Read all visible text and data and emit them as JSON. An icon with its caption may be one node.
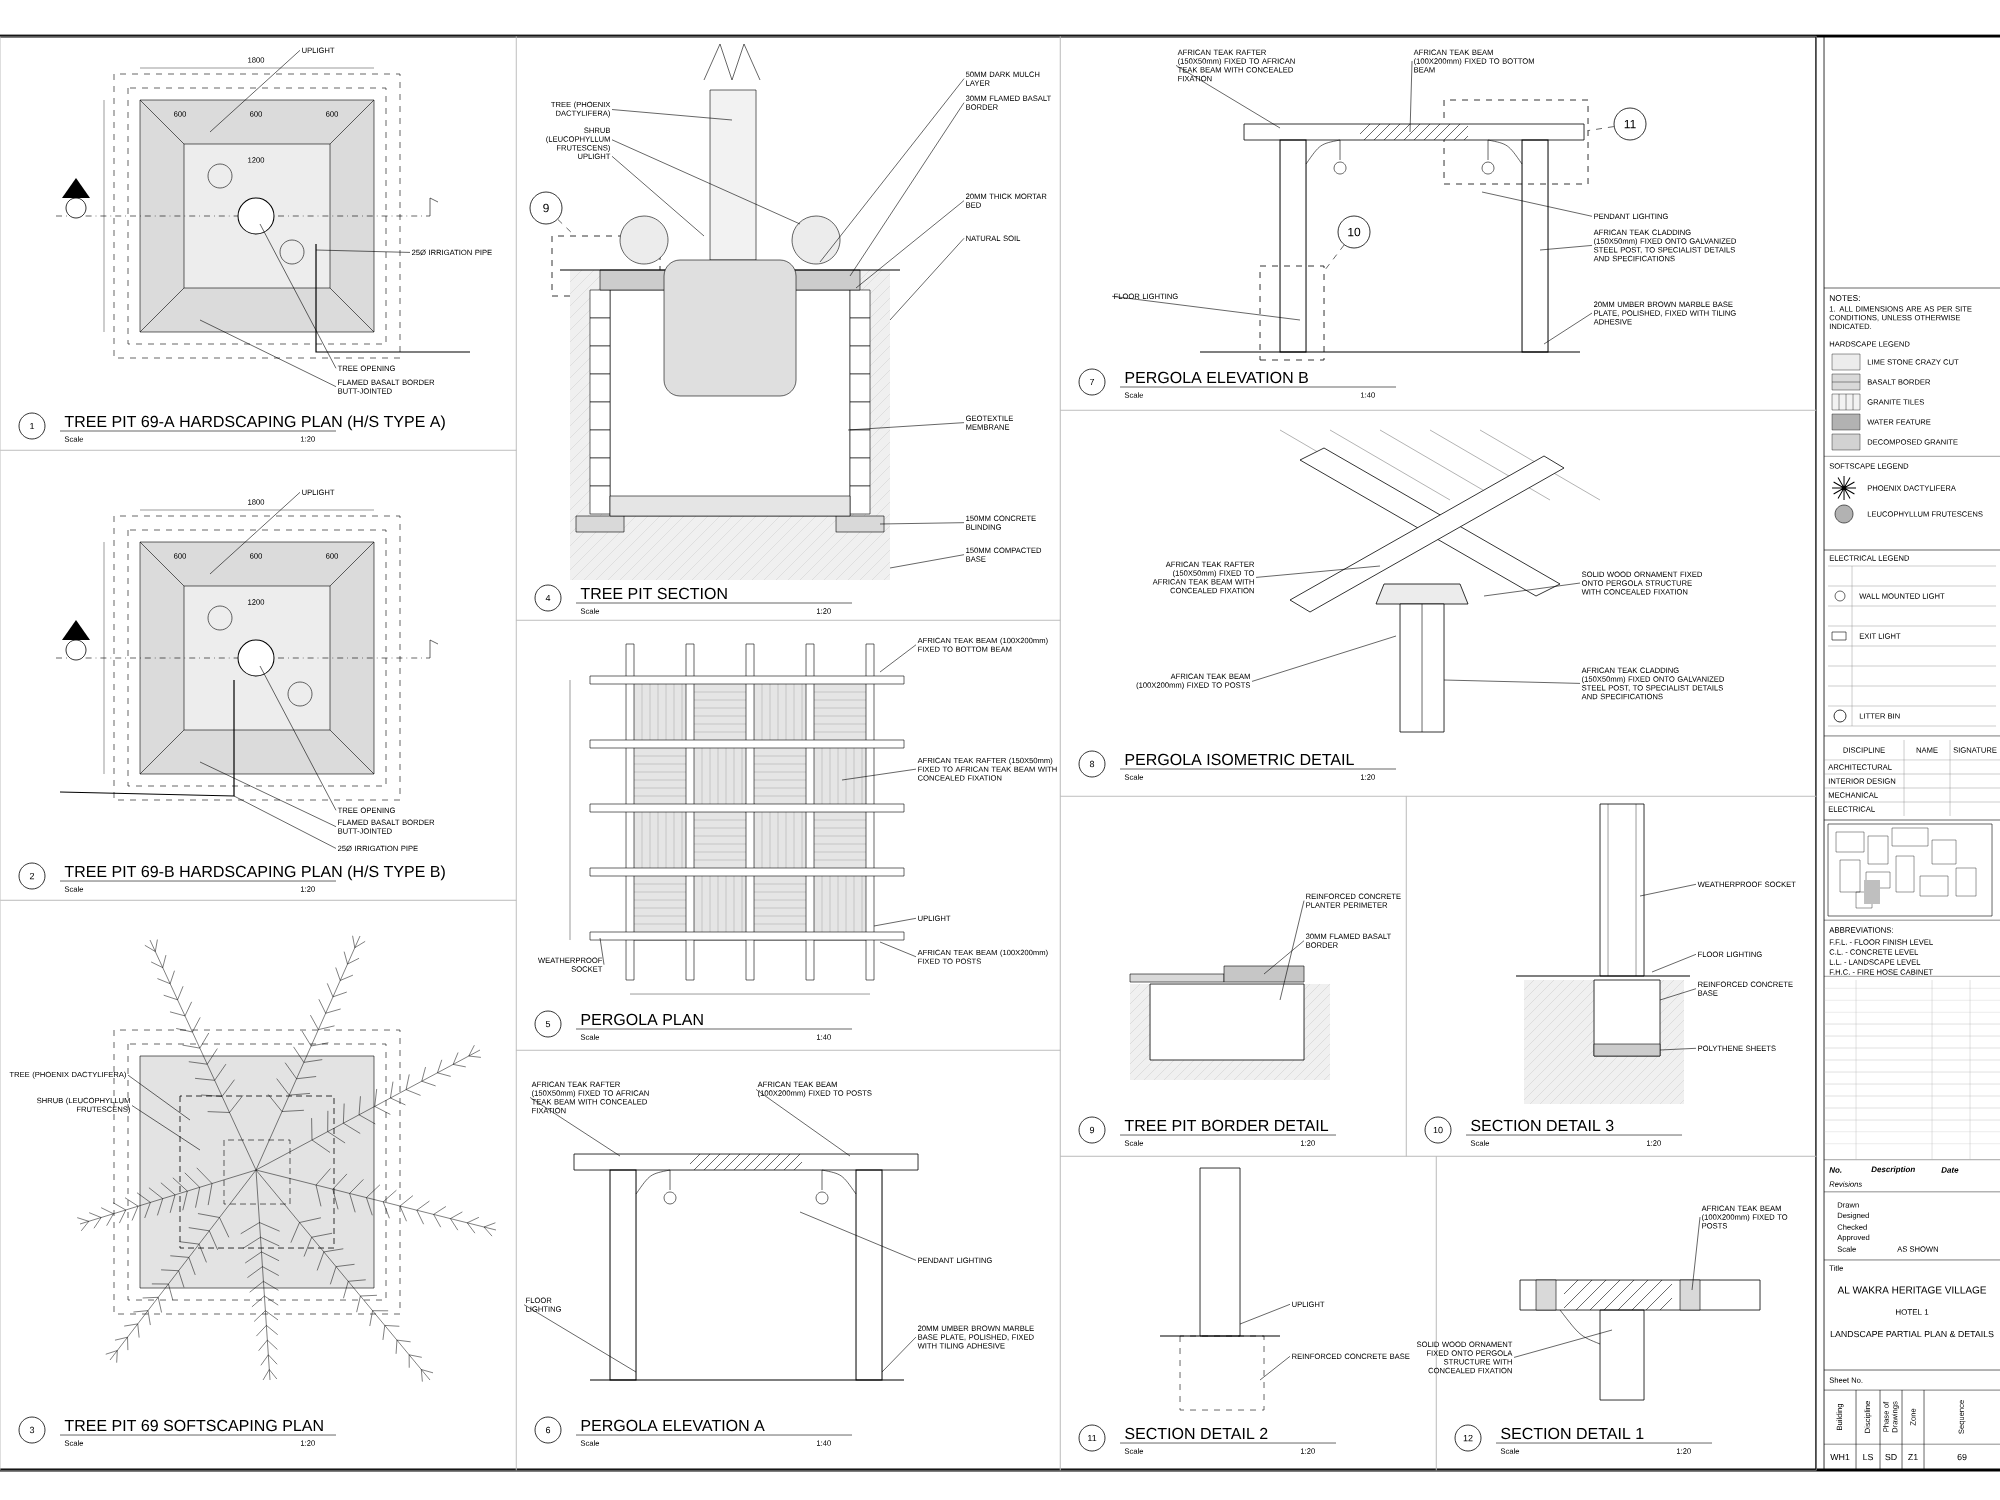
{
  "diagram": {
    "nodes": [
      {
        "text": [
          "TREE PIT 69-A HARDSCAPING PLAN (H/S TYPE A)",
          "Scale",
          "1:20"
        ]
      },
      {
        "text": [
          "1"
        ],
        "in": 0
      },
      {
        "text": [
          "TREE PIT 69-B HARDSCAPING PLAN (H/S TYPE B)",
          "Scale",
          "1:20"
        ]
      },
      {
        "text": [
          "2"
        ],
        "in": 2
      },
      {
        "text": [
          "TREE PIT 69 SOFTSCAPING PLAN",
          "Scale",
          "1:20"
        ]
      },
      {
        "text": [
          "3"
        ],
        "in": 4
      },
      {
        "text": [
          "TREE PIT SECTION",
          "Scale",
          "1:20"
        ]
      },
      {
        "text": [
          "4"
        ],
        "in": 6
      },
      {
        "text": [
          "PERGOLA PLAN",
          "Scale",
          "1:40"
        ]
      },
      {
        "text": [
          "5"
        ],
        "in": 8
      },
      {
        "text": [
          "PERGOLA ELEVATION A",
          "Scale",
          "1:40"
        ]
      },
      {
        "text": [
          "6"
        ],
        "in": 10
      },
      {
        "text": [
          "PERGOLA ELEVATION B",
          "Scale",
          "1:40"
        ]
      },
      {
        "text": [
          "7"
        ],
        "in": 12
      },
      {
        "text": [
          "PERGOLA ISOMETRIC DETAIL",
          "Scale",
          "1:20"
        ]
      },
      {
        "text": [
          "8"
        ],
        "in": 14
      },
      {
        "text": [
          "TREE PIT BORDER DETAIL",
          "Scale",
          "1:20"
        ]
      },
      {
        "text": [
          "9"
        ],
        "in": 16
      },
      {
        "text": [
          "SECTION DETAIL 3",
          "Scale",
          "1:20"
        ]
      },
      {
        "text": [
          "10"
        ],
        "in": 18
      },
      {
        "text": [
          "SECTION DETAIL 2",
          "Scale",
          "1:20"
        ]
      },
      {
        "text": [
          "11"
        ],
        "in": 20
      },
      {
        "text": [
          "SECTION DETAIL 1",
          "Scale",
          "1:20"
        ]
      },
      {
        "text": [
          "12"
        ],
        "in": 22
      },
      {
        "text": [
          "9"
        ],
        "in": 6
      },
      {
        "text": [],
        "shape": "box",
        "in": 6
      },
      {
        "text": [
          "10"
        ],
        "in": 87
      },
      {
        "text": [],
        "shape": "box",
        "in": 12
      },
      {
        "text": [
          "11"
        ],
        "in": 12
      },
      {
        "text": [],
        "shape": "box",
        "in": 12
      },
      {
        "text": [
          "UPLIGHT"
        ],
        "in": 0
      },
      {
        "text": [
          "25Ø IRRIGATION PIPE"
        ],
        "in": 0
      },
      {
        "text": [
          "TREE OPENING"
        ],
        "in": 0
      },
      {
        "text": [
          "FLAMED BASALT BORDER BUTT-JOINTED"
        ],
        "in": 0
      },
      {
        "text": [
          "UPLIGHT"
        ],
        "in": 2
      },
      {
        "text": [
          "TREE OPENING"
        ],
        "in": 2
      },
      {
        "text": [
          "FLAMED BASALT BORDER BUTT-JOINTED"
        ],
        "in": 2
      },
      {
        "text": [
          "25Ø IRRIGATION PIPE"
        ],
        "in": 2
      },
      {
        "text": [
          "TREE (PHOENIX DACTYLIFERA)"
        ],
        "in": 4
      },
      {
        "text": [
          "SHRUB (LEUCOPHYLLUM FRUTESCENS)"
        ],
        "in": 4
      },
      {
        "text": [
          "TREE (PHOENIX DACTYLIFERA)"
        ],
        "in": 6
      },
      {
        "text": [
          "SHRUB (LEUCOPHYLLUM FRUTESCENS)"
        ],
        "in": 6
      },
      {
        "text": [
          "UPLIGHT"
        ],
        "in": 6
      },
      {
        "text": [
          "50MM DARK MULCH LAYER"
        ],
        "in": 6
      },
      {
        "text": [
          "30MM FLAMED BASALT BORDER"
        ],
        "in": 6
      },
      {
        "text": [
          "20MM THICK MORTAR BED"
        ],
        "in": 6
      },
      {
        "text": [
          "NATURAL SOIL"
        ],
        "in": 6
      },
      {
        "text": [
          "GEOTEXTILE MEMBRANE"
        ],
        "in": 6
      },
      {
        "text": [
          "150MM CONCRETE BLINDING"
        ],
        "in": 6
      },
      {
        "text": [
          "150MM COMPACTED BASE"
        ],
        "in": 6
      },
      {
        "text": [
          "AFRICAN TEAK BEAM (100X200mm) FIXED TO BOTTOM BEAM"
        ],
        "in": 8
      },
      {
        "text": [
          "AFRICAN TEAK RAFTER (150X50mm) FIXED TO AFRICAN TEAK BEAM WITH CONCEALED FIXATION"
        ],
        "in": 8
      },
      {
        "text": [
          "UPLIGHT"
        ],
        "in": 8
      },
      {
        "text": [
          "AFRICAN TEAK BEAM (100X200mm) FIXED TO POSTS"
        ],
        "in": 8
      },
      {
        "text": [
          "WEATHERPROOF SOCKET"
        ],
        "in": 8
      },
      {
        "text": [
          "AFRICAN TEAK RAFTER (150X50mm) FIXED TO AFRICAN TEAK BEAM WITH CONCEALED FIXATION"
        ],
        "in": 10
      },
      {
        "text": [
          "AFRICAN TEAK BEAM (100X200mm) FIXED TO POSTS"
        ],
        "in": 10
      },
      {
        "text": [
          "PENDANT LIGHTING"
        ],
        "in": 10
      },
      {
        "text": [
          "FLOOR LIGHTING"
        ],
        "in": 10
      },
      {
        "text": [
          "20MM UMBER BROWN MARBLE BASE PLATE, POLISHED, FIXED WITH TILING ADHESIVE"
        ],
        "in": 10
      },
      {
        "text": [
          "AFRICAN TEAK RAFTER (150X50mm) FIXED TO AFRICAN TEAK BEAM WITH CONCEALED FIXATION"
        ],
        "in": 12
      },
      {
        "text": [
          "AFRICAN TEAK BEAM (100X200mm) FIXED TO BOTTOM BEAM"
        ],
        "in": 12
      },
      {
        "text": [
          "PENDANT LIGHTING"
        ],
        "in": 12
      },
      {
        "text": [
          "AFRICAN TEAK CLADDING (150X50mm) FIXED ONTO GALVANIZED STEEL POST, TO SPECIALIST DETAILS AND SPECIFICATIONS"
        ],
        "in": 12
      },
      {
        "text": [
          "FLOOR LIGHTING"
        ],
        "in": 12
      },
      {
        "text": [
          "20MM UMBER BROWN MARBLE BASE PLATE, POLISHED, FIXED WITH TILING ADHESIVE"
        ],
        "in": 12
      },
      {
        "text": [
          "AFRICAN TEAK RAFTER (150X50mm) FIXED TO AFRICAN TEAK BEAM WITH CONCEALED FIXATION"
        ],
        "in": 14
      },
      {
        "text": [
          "SOLID WOOD ORNAMENT FIXED ONTO PERGOLA STRUCTURE WITH CONCEALED FIXATION"
        ],
        "in": 14
      },
      {
        "text": [
          "AFRICAN TEAK BEAM (100X200mm) FIXED TO POSTS"
        ],
        "in": 14
      },
      {
        "text": [
          "AFRICAN TEAK CLADDING (150X50mm) FIXED ONTO GALVANIZED STEEL POST, TO SPECIALIST DETAILS AND SPECIFICATIONS"
        ],
        "in": 14
      },
      {
        "text": [
          "REINFORCED CONCRETE PLANTER PERIMETER"
        ],
        "in": 16
      },
      {
        "text": [
          "30MM FLAMED BASALT BORDER"
        ],
        "in": 16
      },
      {
        "text": [
          "WEATHERPROOF SOCKET"
        ],
        "in": 18
      },
      {
        "text": [
          "FLOOR LIGHTING"
        ],
        "in": 18
      },
      {
        "text": [
          "POLYTHENE SHEETS"
        ],
        "in": 18
      },
      {
        "text": [
          "REINFORCED CONCRETE BASE"
        ],
        "in": 18
      },
      {
        "text": [
          "UPLIGHT"
        ],
        "in": 20
      },
      {
        "text": [
          "REINFORCED CONCRETE BASE"
        ],
        "in": 20
      },
      {
        "text": [
          "SOLID WOOD ORNAMENT FIXED ONTO PERGOLA STRUCTURE WITH CONCEALED FIXATION"
        ],
        "in": 22
      },
      {
        "text": [
          "AFRICAN TEAK BEAM (100X200mm) FIXED TO POSTS"
        ],
        "in": 22
      },
      {
        "text": [],
        "shape": "picture",
        "in": 0
      },
      {
        "text": [],
        "shape": "picture",
        "in": 2
      },
      {
        "text": [],
        "shape": "picture",
        "in": 4
      },
      {
        "text": [],
        "shape": "picture",
        "in": 6
      },
      {
        "text": [],
        "shape": "picture",
        "in": 6
      },
      {
        "text": [],
        "shape": "picture",
        "in": 8
      },
      {
        "text": [],
        "shape": "picture",
        "in": 10
      },
      {
        "text": [],
        "shape": "picture",
        "in": 12
      },
      {
        "text": [],
        "shape": "picture",
        "in": 14
      },
      {
        "text": [],
        "shape": "picture",
        "in": 16
      },
      {
        "text": [],
        "shape": "picture",
        "in": 18
      },
      {
        "text": [],
        "shape": "picture",
        "in": 20
      },
      {
        "text": [],
        "shape": "picture",
        "in": 22
      }
    ],
    "edges": [
      {
        "from": 24,
        "to": 25,
        "arrow": "none",
        "style": "dashed"
      },
      {
        "from": 26,
        "to": 27,
        "arrow": "none",
        "style": "dashed"
      },
      {
        "from": 28,
        "to": 29,
        "arrow": "none",
        "style": "dashed"
      },
      {
        "from": 30,
        "to": 80,
        "arrow": "none"
      },
      {
        "from": 31,
        "to": 80,
        "arrow": "none"
      },
      {
        "from": 32,
        "to": 80,
        "arrow": "none"
      },
      {
        "from": 33,
        "to": 80,
        "arrow": "none"
      },
      {
        "from": 34,
        "to": 81,
        "arrow": "none"
      },
      {
        "from": 35,
        "to": 81,
        "arrow": "none"
      },
      {
        "from": 36,
        "to": 81,
        "arrow": "none"
      },
      {
        "from": 37,
        "to": 81,
        "arrow": "none"
      },
      {
        "from": 38,
        "to": 82,
        "arrow": "none"
      },
      {
        "from": 39,
        "to": 82,
        "arrow": "none"
      },
      {
        "from": 40,
        "to": 83,
        "arrow": "none"
      },
      {
        "from": 41,
        "to": 83,
        "arrow": "none"
      },
      {
        "from": 42,
        "to": 83,
        "arrow": "none"
      },
      {
        "from": 43,
        "to": 84,
        "arrow": "none"
      },
      {
        "from": 44,
        "to": 84,
        "arrow": "none"
      },
      {
        "from": 45,
        "to": 84,
        "arrow": "none"
      },
      {
        "from": 46,
        "to": 84,
        "arrow": "none"
      },
      {
        "from": 47,
        "to": 84,
        "arrow": "none"
      },
      {
        "from": 48,
        "to": 84,
        "arrow": "none"
      },
      {
        "from": 49,
        "to": 84,
        "arrow": "none"
      },
      {
        "from": 50,
        "to": 85,
        "arrow": "none"
      },
      {
        "from": 51,
        "to": 85,
        "arrow": "none"
      },
      {
        "from": 52,
        "to": 85,
        "arrow": "none"
      },
      {
        "from": 53,
        "to": 85,
        "arrow": "none"
      },
      {
        "from": 54,
        "to": 85,
        "arrow": "none"
      },
      {
        "from": 55,
        "to": 86,
        "arrow": "none"
      },
      {
        "from": 56,
        "to": 86,
        "arrow": "none"
      },
      {
        "from": 57,
        "to": 86,
        "arrow": "none"
      },
      {
        "from": 58,
        "to": 86,
        "arrow": "none"
      },
      {
        "from": 59,
        "to": 86,
        "arrow": "none"
      },
      {
        "from": 60,
        "to": 87,
        "arrow": "none"
      },
      {
        "from": 61,
        "to": 87,
        "arrow": "none"
      },
      {
        "from": 62,
        "to": 87,
        "arrow": "none"
      },
      {
        "from": 63,
        "to": 87,
        "arrow": "none"
      },
      {
        "from": 64,
        "to": 87,
        "arrow": "none"
      },
      {
        "from": 65,
        "to": 87,
        "arrow": "none"
      },
      {
        "from": 66,
        "to": 88,
        "arrow": "none"
      },
      {
        "from": 67,
        "to": 88,
        "arrow": "none"
      },
      {
        "from": 68,
        "to": 88,
        "arrow": "none"
      },
      {
        "from": 69,
        "to": 88,
        "arrow": "none"
      },
      {
        "from": 70,
        "to": 89,
        "arrow": "none"
      },
      {
        "from": 71,
        "to": 89,
        "arrow": "none"
      },
      {
        "from": 72,
        "to": 90,
        "arrow": "none"
      },
      {
        "from": 73,
        "to": 90,
        "arrow": "none"
      },
      {
        "from": 74,
        "to": 90,
        "arrow": "none"
      },
      {
        "from": 75,
        "to": 90,
        "arrow": "none"
      },
      {
        "from": 76,
        "to": 91,
        "arrow": "none"
      },
      {
        "from": 77,
        "to": 91,
        "arrow": "none"
      },
      {
        "from": 78,
        "to": 92,
        "arrow": "none"
      },
      {
        "from": 79,
        "to": 92,
        "arrow": "none"
      }
    ],
    "labels": [
      "NOTES:",
      "1. ALL DIMENSIONS ARE AS PER SITE CONDITIONS, UNLESS OTHERWISE INDICATED.",
      "HARDSCAPE LEGEND",
      "SOFTSCAPE LEGEND",
      "ELECTRICAL LEGEND",
      "DISCIPLINE",
      "NAME",
      "SIGNATURE",
      "ARCHITECTURAL",
      "INTERIOR DESIGN",
      "MECHANICAL",
      "ELECTRICAL",
      "ABBREVIATIONS:",
      "F.F.L. - FLOOR FINISH LEVEL",
      "C.L. - CONCRETE LEVEL",
      "L.L. - LANDSCAPE LEVEL",
      "F.H.C. - FIRE HOSE CABINET",
      "No.",
      "Description",
      "Date",
      "Revisions",
      "Drawn",
      "Designed",
      "Checked",
      "Approved",
      "Scale",
      "AS SHOWN",
      "Title",
      "AL WAKRA HERITAGE VILLAGE",
      "HOTEL 1",
      "LANDSCAPE PARTIAL PLAN & DETAILS",
      "Sheet No.",
      "Building",
      "Discipline",
      "Phase of Drawings",
      "Zone",
      "Sequence",
      "WH1",
      "LS",
      "SD",
      "Z1",
      "69",
      "1800",
      "600",
      "600",
      "600",
      "1200",
      "1800",
      "600",
      "600",
      "600",
      "1200"
    ],
    "legend": [
      {
        "text": "LIME STONE CRAZY CUT"
      },
      {
        "text": "BASALT BORDER"
      },
      {
        "text": "GRANITE TILES"
      },
      {
        "text": "WATER FEATURE"
      },
      {
        "text": "DECOMPOSED GRANITE"
      },
      {
        "text": "PHOENIX DACTYLIFERA"
      },
      {
        "text": "LEUCOPHYLLUM FRUTESCENS"
      },
      {
        "text": "WALL MOUNTED LIGHT"
      },
      {
        "text": "EXIT LIGHT"
      },
      {
        "text": "LITTER BIN"
      }
    ]
  }
}
